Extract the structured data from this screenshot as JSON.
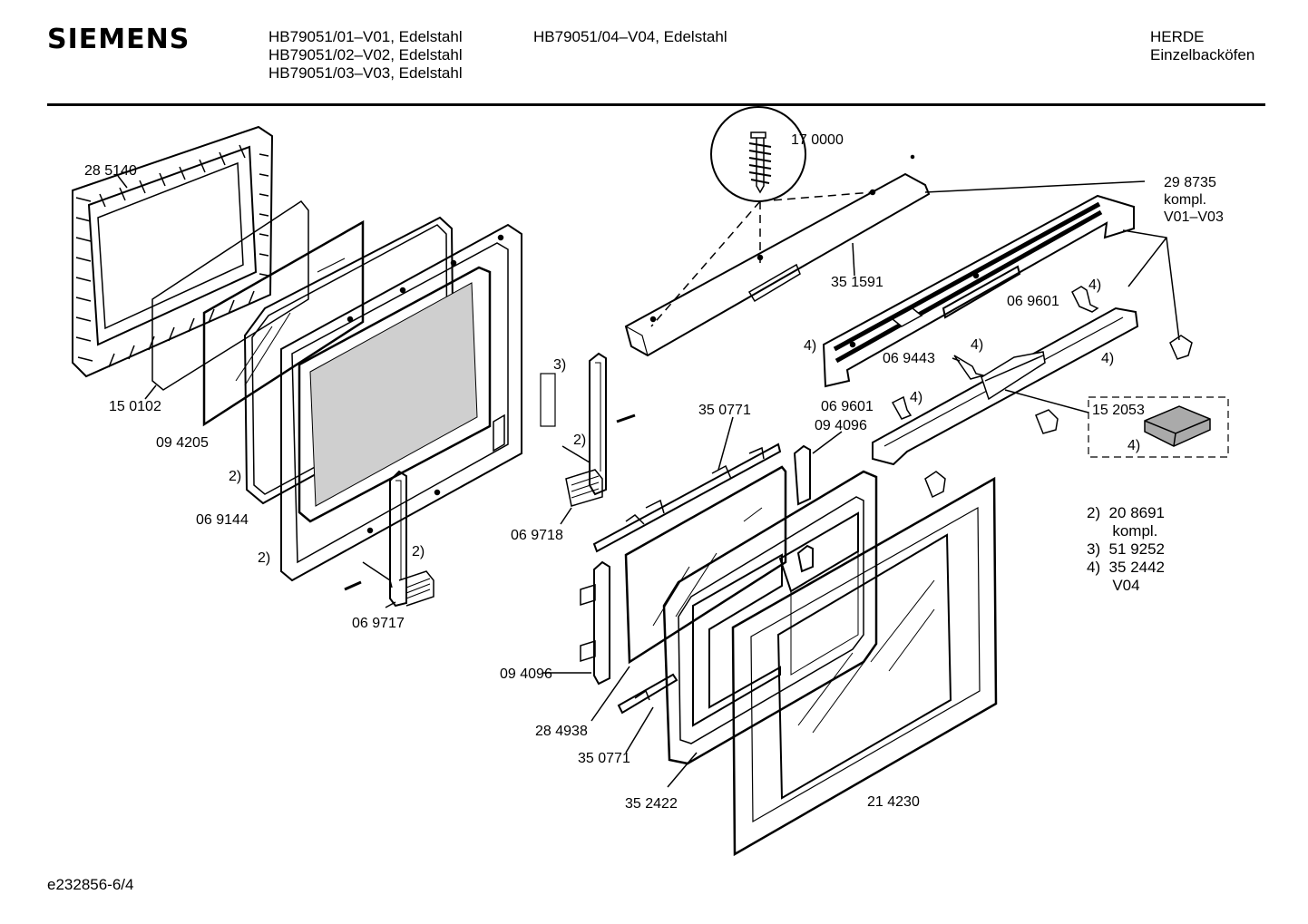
{
  "header": {
    "brand": "SIEMENS",
    "models_col1": [
      "HB79051/01–V01, Edelstahl",
      "HB79051/02–V02, Edelstahl",
      "HB79051/03–V03, Edelstahl"
    ],
    "models_col2": [
      "HB79051/04–V04, Edelstahl"
    ],
    "category": "HERDE",
    "subcategory": "Einzelbacköfen"
  },
  "parts": {
    "p285140": "28 5140",
    "p150102": "15 0102",
    "p094205": "09 4205",
    "p069144": "06 9144",
    "p069717": "06 9717",
    "p069718": "06 9718",
    "p350771a": "35 0771",
    "p350771b": "35 0771",
    "p094096a": "09 4096",
    "p094096b": "09 4096",
    "p284938": "28 4938",
    "p352422": "35 2422",
    "p214230": "21 4230",
    "p170000": "17 0000",
    "p351591": "35 1591",
    "p298735": "29 8735",
    "p298735_kompl": "kompl.",
    "p298735_var": "V01–V03",
    "p069601a": "06 9601",
    "p069601b": "06 9601",
    "p069443": "06 9443",
    "p152053": "15 2053"
  },
  "markers": {
    "m2": "2)",
    "m3": "3)",
    "m4": "4)"
  },
  "legend": {
    "line1": "2)  20 8691",
    "line2": "      kompl.",
    "line3": "3)  51 9252",
    "line4": "4)  35 2442",
    "line5": "      V04"
  },
  "footer": "e232856-6/4"
}
